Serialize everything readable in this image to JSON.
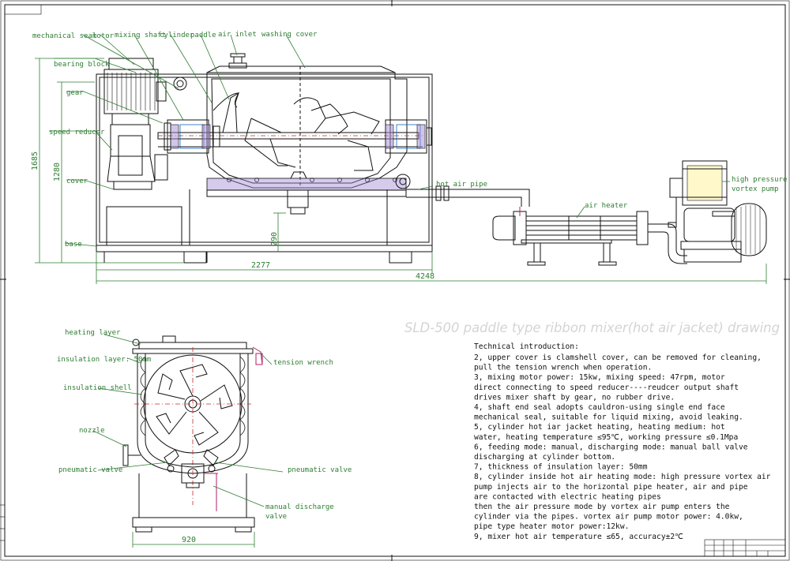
{
  "labels": {
    "mechanical_seal": "mechanical seal",
    "motor": "motor",
    "mixing_shaft": "mixing shaft",
    "cylinder": "cylinder",
    "paddle": "paddle",
    "air_inlet": "air inlet",
    "washing_cover": "washing cover",
    "bearing_block": "bearing block",
    "gear": "gear",
    "speed_reducer": "speed reducer",
    "cover": "cover",
    "base": "base",
    "hot_air_pipe": "hot air pipe",
    "air_heater": "air heater",
    "high_pressure": "high pressure",
    "vortex_pump": "vortex pump",
    "heating_layer": "heating layer",
    "insulation_layer": "insulation layer: 50mm",
    "insulation_shell": "insulation shell",
    "nozzle": "nozzle",
    "pneumatic_valve_left": "pneumatic valve",
    "pneumatic_valve_right": "pneumatic valve",
    "tension_wrench": "tension wrench",
    "manual_discharge_1": "manual discharge",
    "manual_discharge_2": "valve"
  },
  "dimensions": {
    "height_total": "1685",
    "height_body": "1280",
    "height_leg": "290",
    "length_mixer": "2277",
    "length_total": "4248",
    "width_side": "920"
  },
  "drawing_title": "SLD-500 paddle type ribbon mixer(hot air jacket) drawing",
  "technical": {
    "heading": "Technical introduction:",
    "lines": [
      "2, upper cover is clamshell cover, can be removed for cleaning,",
      "pull the tension wrench when operation.",
      "3, mixing motor power: 15kw,  mixing speed: 47rpm, motor",
      "direct connecting to speed reducer----reudcer output shaft",
      "drives mixer shaft by gear, no rubber drive.",
      "4, shaft end seal adopts cauldron-using single end face",
      "mechanical seal, suitable for liquid mixing, avoid leaking.",
      "5, cylinder hot iar jacket heating, heating medium: hot",
      "water, heating temperature ≤95℃, working pressure ≤0.1Mpa",
      "6, feeding mode: manual,  discharging mode: manual ball valve",
      "discharging at cylinder bottom.",
      "7, thickness of insulation layer: 50mm",
      "8, cylinder inside hot air heating mode: high pressure vortex air",
      "pump injects air to the horizontal pipe heater,  air and pipe",
      "are contacted with electric heating pipes",
      "   then the air pressure mode by vortex air pump enters the",
      "cylinder via the pipes. vortex air pump motor power:  4.0kw,",
      "pipe type heater motor power:12kw.",
      "9, mixer hot air temperature ≤65, accuracy±2℃"
    ]
  },
  "colors": {
    "label_green": "#2e7d32",
    "line_black": "#111111",
    "centerline_red": "#c62828",
    "jacket_magenta": "#b0206e",
    "heating_purple": "#a58bd6",
    "title_gray": "#d4d4d4"
  }
}
